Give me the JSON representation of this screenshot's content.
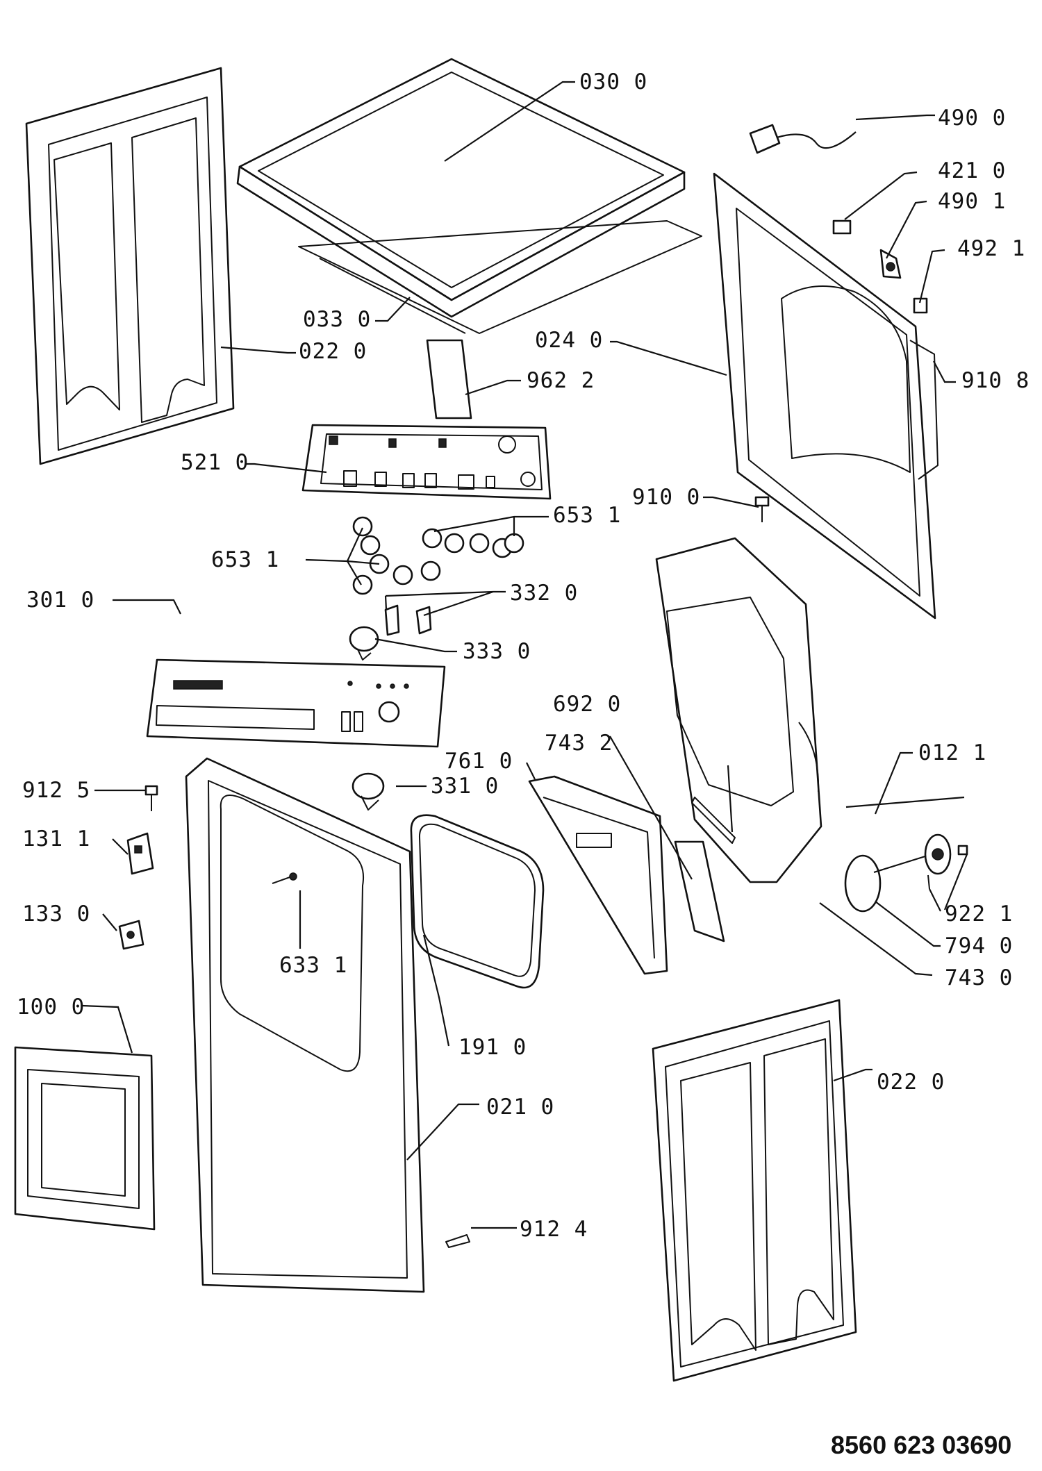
{
  "diagram_code": "8560 623 03690",
  "parts": [
    {
      "id": "top-cover",
      "icon": "top-cover-panel",
      "label": "030 0"
    },
    {
      "id": "power-cord",
      "icon": "power-plug",
      "label": "490 0"
    },
    {
      "id": "connector",
      "icon": "connector-block",
      "label": "421 0"
    },
    {
      "id": "filter",
      "icon": "noise-filter",
      "label": "490 1"
    },
    {
      "id": "clip",
      "icon": "cable-clip",
      "label": "492 1"
    },
    {
      "id": "cover-insulation",
      "icon": "insulation-sheet",
      "label": "033 0"
    },
    {
      "id": "side-panel-left",
      "icon": "side-panel",
      "label": "022 0"
    },
    {
      "id": "back-panel",
      "icon": "rear-panel",
      "label": "024 0"
    },
    {
      "id": "label-sheet",
      "icon": "instruction-sheet",
      "label": "962 2"
    },
    {
      "id": "screw-back",
      "icon": "screw",
      "label": "910 8"
    },
    {
      "id": "control-board",
      "icon": "printed-circuit-board",
      "label": "521 0"
    },
    {
      "id": "screw-rear",
      "icon": "screw",
      "label": "910 0"
    },
    {
      "id": "buttons-right",
      "icon": "push-buttons",
      "label": "653 1"
    },
    {
      "id": "buttons-left",
      "icon": "push-buttons",
      "label": "653 1"
    },
    {
      "id": "fascia",
      "icon": "control-fascia",
      "label": "301 0"
    },
    {
      "id": "light-pipes",
      "icon": "light-guides",
      "label": "332 0"
    },
    {
      "id": "selector-knob",
      "icon": "knob",
      "label": "333 0"
    },
    {
      "id": "gasket-692",
      "icon": "seal-strip",
      "label": "692 0"
    },
    {
      "id": "filter-743-2",
      "icon": "foam-filter",
      "label": "743 2"
    },
    {
      "id": "filter-housing",
      "icon": "lint-filter",
      "label": "761 0"
    },
    {
      "id": "belt-group",
      "icon": "drive-group",
      "label": "012 1"
    },
    {
      "id": "screw-front",
      "icon": "screw",
      "label": "912 5"
    },
    {
      "id": "knob-331",
      "icon": "knob",
      "label": "331 0"
    },
    {
      "id": "door-switch",
      "icon": "door-switch",
      "label": "131 1"
    },
    {
      "id": "hinge-screw",
      "icon": "screw",
      "label": "922 1"
    },
    {
      "id": "lock",
      "icon": "door-lock",
      "label": "133 0"
    },
    {
      "id": "seal-ring",
      "icon": "seal-ring",
      "label": "794 0"
    },
    {
      "id": "pin",
      "icon": "hinge-pin",
      "label": "633 1"
    },
    {
      "id": "fan-duct",
      "icon": "air-duct",
      "label": "743 0"
    },
    {
      "id": "door-gasket",
      "icon": "door-gasket",
      "label": "191 0"
    },
    {
      "id": "drawer",
      "icon": "water-drawer",
      "label": "100 0"
    },
    {
      "id": "side-panel-right",
      "icon": "side-panel",
      "label": "022 0"
    },
    {
      "id": "front-panel",
      "icon": "front-panel",
      "label": "021 0"
    },
    {
      "id": "screw-bottom",
      "icon": "screw",
      "label": "912 4"
    }
  ]
}
